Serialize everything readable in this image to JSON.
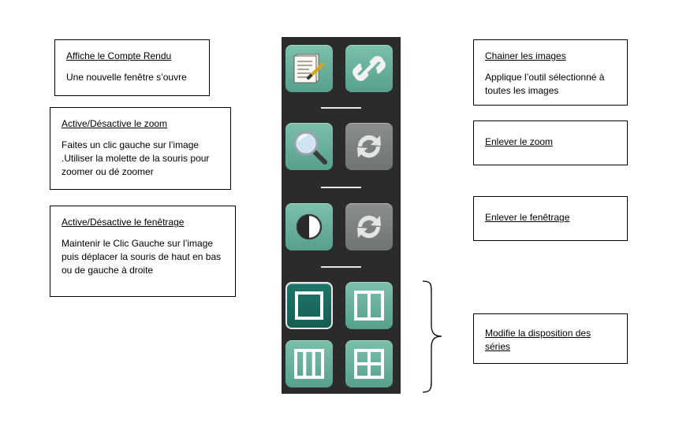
{
  "left_annotations": [
    {
      "title": "Affiche le Compte Rendu",
      "description": "Une nouvelle fenêtre s’ouvre"
    },
    {
      "title": "Active/Désactive le zoom",
      "description": "Faites un clic gauche sur l’image .Utiliser la molette de la souris pour zoomer ou dé zoomer"
    },
    {
      "title": "Active/Désactive le fenêtrage",
      "description": "Maintenir le Clic Gauche sur l’image puis déplacer la souris de haut en bas ou de gauche à droite"
    }
  ],
  "right_annotations": [
    {
      "title": "Chainer les images",
      "description": "Applique l’outil sélectionné à toutes les images"
    },
    {
      "title": "Enlever le zoom"
    },
    {
      "title": "Enlever le fenêtrage"
    },
    {
      "title": "Modifie la disposition des séries"
    }
  ],
  "toolbar": {
    "buttons": [
      {
        "icon": "report-icon",
        "state": "enabled"
      },
      {
        "icon": "chain-link-icon",
        "state": "enabled"
      },
      {
        "icon": "magnifier-icon",
        "state": "enabled"
      },
      {
        "icon": "reset-zoom-icon",
        "state": "disabled"
      },
      {
        "icon": "contrast-icon",
        "state": "enabled"
      },
      {
        "icon": "reset-window-icon",
        "state": "disabled"
      },
      {
        "icon": "layout-1x1-icon",
        "state": "selected"
      },
      {
        "icon": "layout-2-columns-icon",
        "state": "enabled"
      },
      {
        "icon": "layout-3-columns-icon",
        "state": "enabled"
      },
      {
        "icon": "layout-2x2-icon",
        "state": "enabled"
      }
    ]
  },
  "colors": {
    "toolbar_bg": "#2b2b2b",
    "button_teal": "#67ae9b",
    "button_disabled": "#7d8280",
    "button_selected": "#1b6b60"
  }
}
